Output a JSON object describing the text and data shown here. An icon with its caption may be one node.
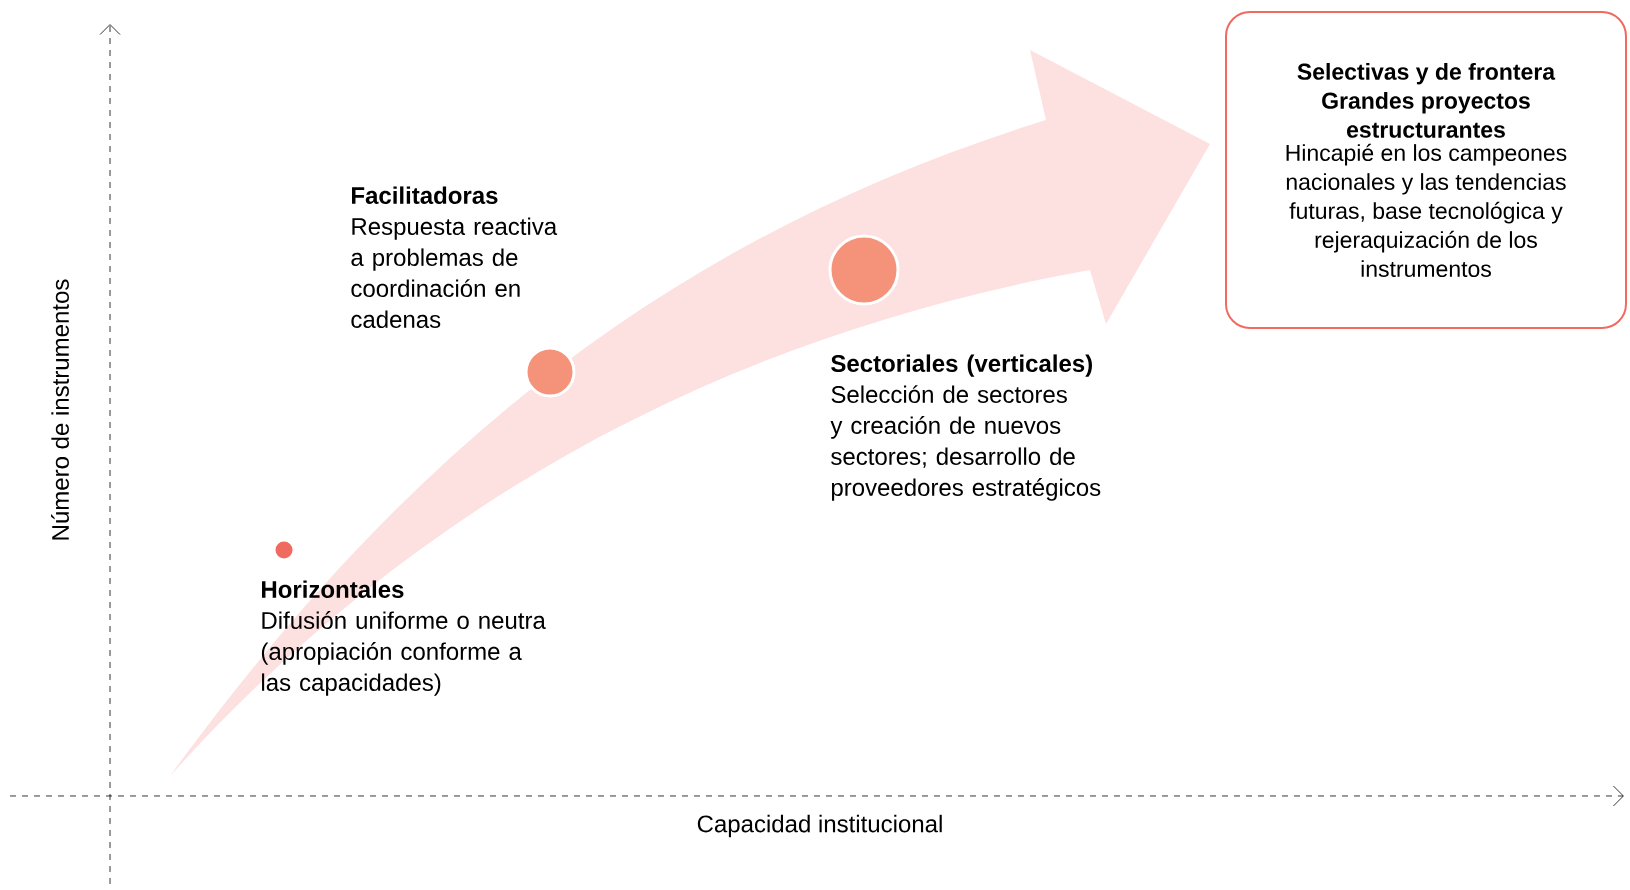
{
  "diagram": {
    "nodes": [
      {
        "text": [],
        "shape": "circle",
        "beside": [
          "Horizontales",
          "Difusión uniforme o neutra (apropiación conforme a las capacidades)"
        ]
      },
      {
        "text": [],
        "shape": "circle",
        "beside": [
          "Facilitadoras",
          "Respuesta reactiva a problemas de coordinación en cadenas"
        ]
      },
      {
        "text": [],
        "shape": "circle",
        "beside": [
          "Sectoriales (verticales)",
          "Selección de sectores y creación de nuevos sectores; desarrollo de proveedores estratégicos"
        ]
      },
      {
        "text": [
          "Selectivas y de frontera Grandes proyectos estructurantes",
          "Hincapié en los campeones nacionales y las tendencias futuras, base tecnológica y rejeraquización de los instrumentos"
        ]
      }
    ],
    "labels": [
      "Número de instrumentos",
      "Capacidad institucional"
    ]
  }
}
